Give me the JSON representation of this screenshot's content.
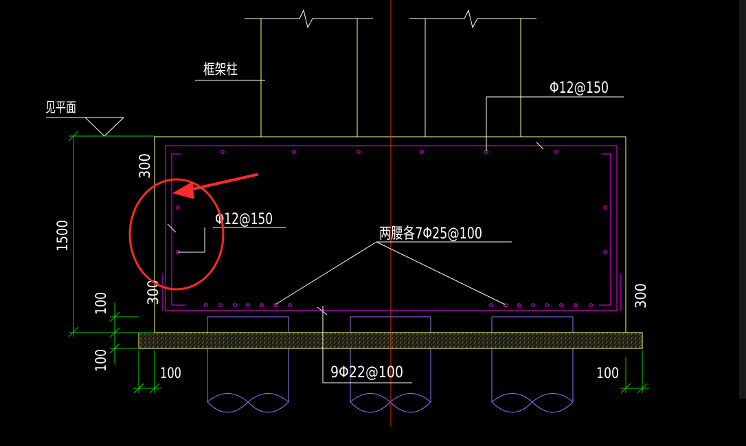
{
  "labels": {
    "frame_column": "框架柱",
    "see_plan": "见平面",
    "top_rebar": "Φ12@150",
    "side_rebar": "Φ12@150",
    "waist_rebar": "两腰各7Φ25@100",
    "bottom_rebar": "9Φ22@100"
  },
  "dimensions": {
    "total_height": "1500",
    "top_cover_left": "300",
    "bottom_cover_left": "300",
    "bottom_cover_right": "300",
    "cushion_offset": "100",
    "cushion_thickness": "100",
    "cushion_extend_left": "100",
    "cushion_extend_right": "100"
  },
  "colors": {
    "background": "#000000",
    "outline": "#ffff80",
    "rebar": "#ff00ff",
    "pile": "#a070ff",
    "centerline": "#ff2020",
    "dimension": "#00d000",
    "leader": "#ffffff",
    "annotation": "#ff2a2a"
  }
}
